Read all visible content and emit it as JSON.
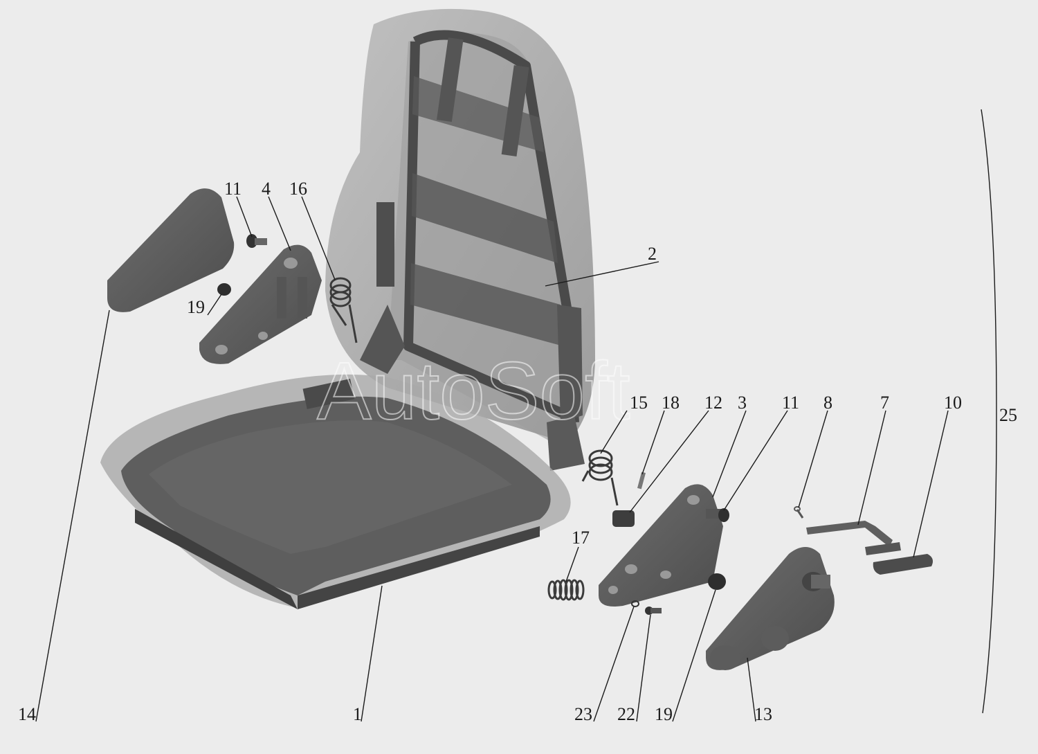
{
  "watermark": "AutoSoft",
  "parts": [
    {
      "id": "p14",
      "label": "14",
      "name": "left-side-cover"
    },
    {
      "id": "p11a",
      "label": "11",
      "name": "left-bolt"
    },
    {
      "id": "p4",
      "label": "4",
      "name": "left-hinge-bracket"
    },
    {
      "id": "p16",
      "label": "16",
      "name": "left-torsion-spring"
    },
    {
      "id": "p19a",
      "label": "19",
      "name": "left-nut"
    },
    {
      "id": "p2",
      "label": "2",
      "name": "backrest"
    },
    {
      "id": "p1",
      "label": "1",
      "name": "seat-cushion"
    },
    {
      "id": "p15",
      "label": "15",
      "name": "right-torsion-spring"
    },
    {
      "id": "p18",
      "label": "18",
      "name": "pin"
    },
    {
      "id": "p12",
      "label": "12",
      "name": "stop-block"
    },
    {
      "id": "p3",
      "label": "3",
      "name": "right-hinge-bracket"
    },
    {
      "id": "p11b",
      "label": "11",
      "name": "right-bolt"
    },
    {
      "id": "p8",
      "label": "8",
      "name": "cotter-pin"
    },
    {
      "id": "p7",
      "label": "7",
      "name": "adjustment-lever"
    },
    {
      "id": "p10",
      "label": "10",
      "name": "lever-grip"
    },
    {
      "id": "p25",
      "label": "25",
      "name": "seat-assembly"
    },
    {
      "id": "p17",
      "label": "17",
      "name": "coil-spring"
    },
    {
      "id": "p23",
      "label": "23",
      "name": "washer"
    },
    {
      "id": "p22",
      "label": "22",
      "name": "screw"
    },
    {
      "id": "p19b",
      "label": "19",
      "name": "right-nut"
    },
    {
      "id": "p13",
      "label": "13",
      "name": "right-side-cover"
    }
  ]
}
